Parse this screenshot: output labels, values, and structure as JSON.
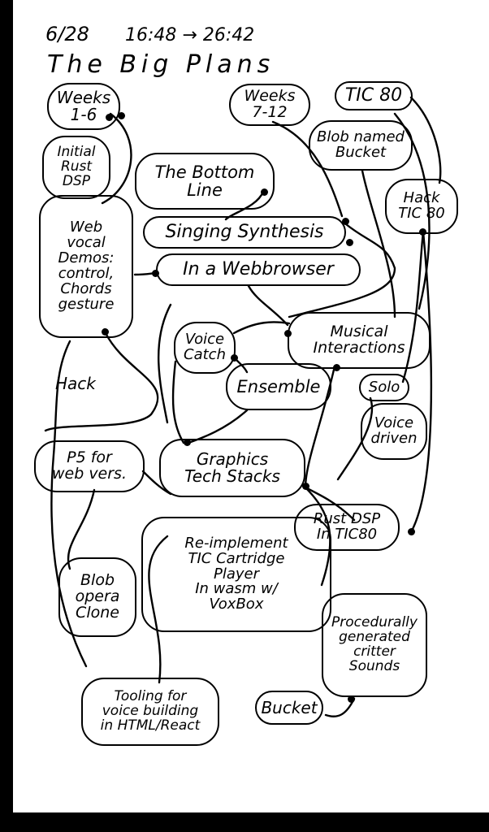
{
  "header": {
    "date": "6/28",
    "time_range": "16:48 → 26:42",
    "title": "The Big Plans"
  },
  "nodes": {
    "weeks_1_6": "Weeks\n1-6",
    "weeks_7_12": "Weeks\n7-12",
    "tic80": "TIC 80",
    "blob_named_bucket": "Blob named\nBucket",
    "hack_tic80": "Hack\nTIC 80",
    "initial_rust_dsp": "Initial\nRust\nDSP",
    "bottom_line": "The Bottom\nLine",
    "web_demos": "Web\nvocal\nDemos:\ncontrol,\nChords\ngesture",
    "singing_synthesis": "Singing Synthesis",
    "web_browser": "In a Webbrowser",
    "musical_interactions": "Musical\nInteractions",
    "voice_catcher": "Voice\nCatch",
    "ensemble": "Ensemble",
    "solo": "Solo",
    "voice_driven": "Voice\ndriven",
    "hack": "Hack",
    "p5_web": "P5 for\nweb vers.",
    "graphics_stacks": "Graphics\nTech Stacks",
    "rust_dsp_tic80": "Rust DSP\nIn TIC80",
    "reimplement": "Re-implement\nTIC Cartridge\nPlayer\nIn wasm w/\nVoxBox",
    "blob_opera": "Blob\nopera\nClone",
    "procedural": "Procedurally\ngenerated\ncritter\nSounds",
    "tooling": "Tooling for\nvoice building\nin HTML/React",
    "bucket": "Bucket"
  }
}
